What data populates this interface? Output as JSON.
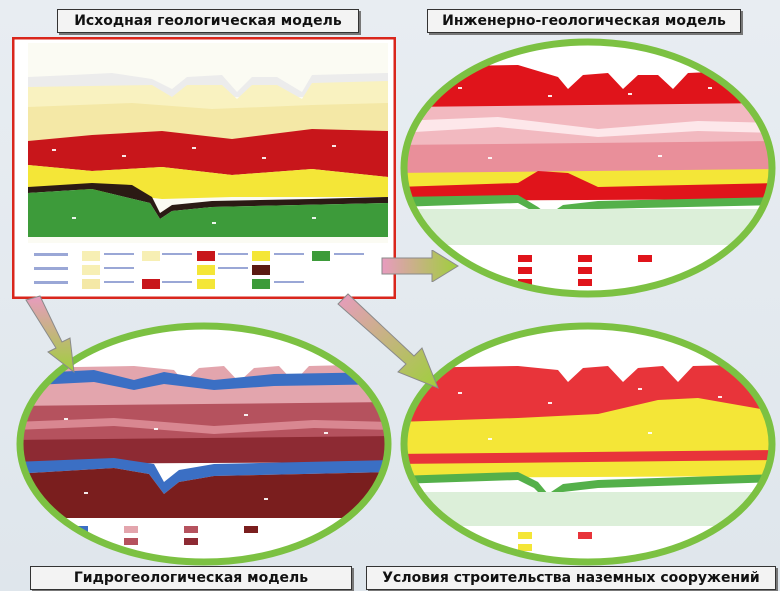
{
  "titles": {
    "source_model": "Исходная геологическая модель",
    "engineering_model": "Инженерно-геологическая модель",
    "hydro_model": "Гидрогеологическая модель",
    "construction": "Условия строительства наземных сооружений"
  },
  "colors": {
    "background": "#e3e9ee",
    "frame_red": "#d9261c",
    "ellipse_green": "#7cc142",
    "arrow_pink": "#e89bbf",
    "arrow_green": "#9fcf3c",
    "red_layer": "#c8161b",
    "yellow_layer": "#f4e637",
    "green_layer": "#3d9b3a",
    "pale_yellow": "#f7efb4",
    "blue_layer": "#3b6fc4",
    "brown_layer": "#7a1e1e",
    "pink_layer": "#e9a3a9"
  },
  "icons": [
    "arrow-right-icon",
    "arrow-down-right-icon",
    "arrow-down-left-icon"
  ]
}
